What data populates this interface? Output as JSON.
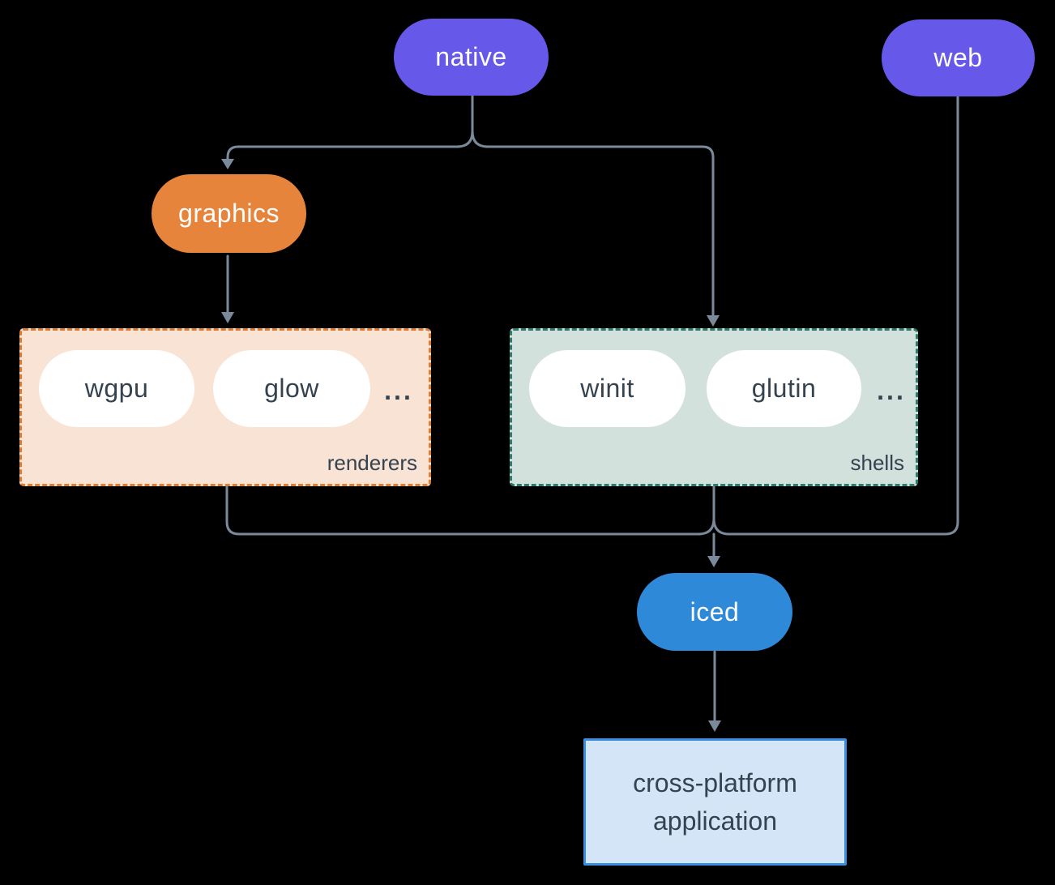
{
  "colors": {
    "background": "#000000",
    "purple": "#6658e8",
    "orange": "#e6843c",
    "blue": "#2e89d8",
    "line": "#7b8a9a",
    "dark_text": "#35424f",
    "renderers_bg": "#f9e3d4",
    "renderers_border": "#e07b30",
    "shells_bg": "#d2e1db",
    "shells_border": "#2a7d6d",
    "app_bg": "#d4e5f7",
    "app_border": "#3a8ee0"
  },
  "nodes": {
    "native": {
      "label": "native"
    },
    "web": {
      "label": "web"
    },
    "graphics": {
      "label": "graphics"
    },
    "iced": {
      "label": "iced"
    },
    "application": {
      "line1": "cross-platform",
      "line2": "application"
    }
  },
  "groups": {
    "renderers": {
      "label": "renderers",
      "items": [
        "wgpu",
        "glow"
      ],
      "more": "..."
    },
    "shells": {
      "label": "shells",
      "items": [
        "winit",
        "glutin"
      ],
      "more": "..."
    }
  }
}
